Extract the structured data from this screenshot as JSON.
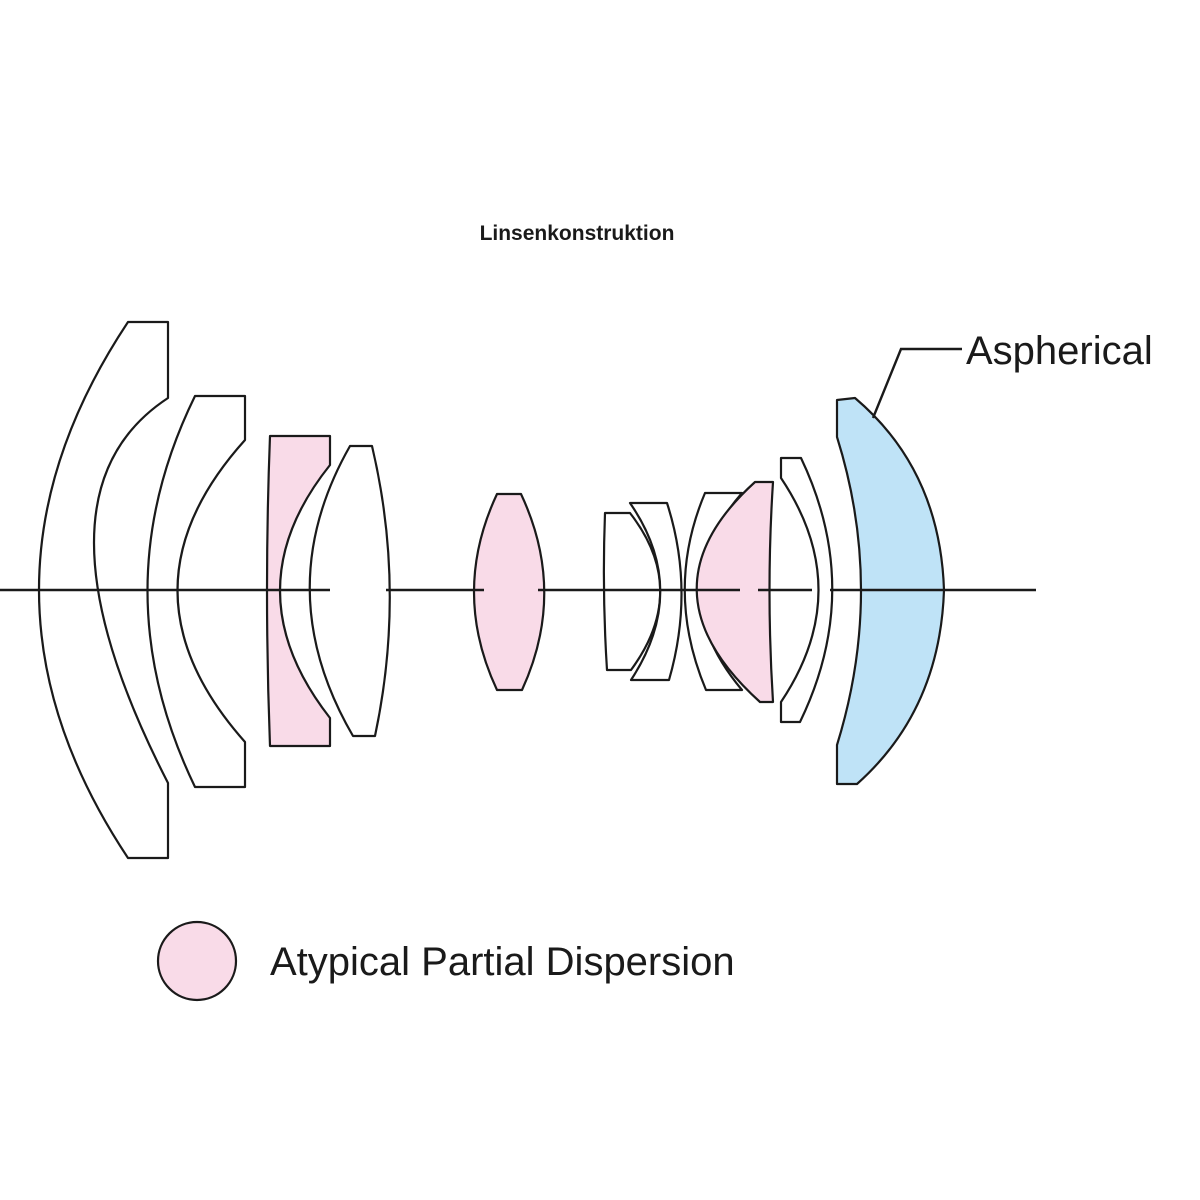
{
  "title": "Linsenkonstruktion",
  "callout": {
    "aspherical_label": "Aspherical"
  },
  "legend": {
    "label": "Atypical Partial Dispersion"
  },
  "colors": {
    "apd_fill": "#f9dbe8",
    "aspherical_fill": "#bfe3f7",
    "standard_fill": "#ffffff",
    "stroke": "#1a1a1a"
  },
  "elements": [
    {
      "name": "element-1",
      "glass": "standard"
    },
    {
      "name": "element-2",
      "glass": "standard"
    },
    {
      "name": "element-3",
      "glass": "apd"
    },
    {
      "name": "element-4",
      "glass": "standard"
    },
    {
      "name": "element-5",
      "glass": "apd"
    },
    {
      "name": "element-6",
      "glass": "standard"
    },
    {
      "name": "element-7",
      "glass": "standard"
    },
    {
      "name": "element-8",
      "glass": "standard"
    },
    {
      "name": "element-9",
      "glass": "apd"
    },
    {
      "name": "element-10",
      "glass": "standard"
    },
    {
      "name": "element-11",
      "glass": "aspherical"
    }
  ]
}
